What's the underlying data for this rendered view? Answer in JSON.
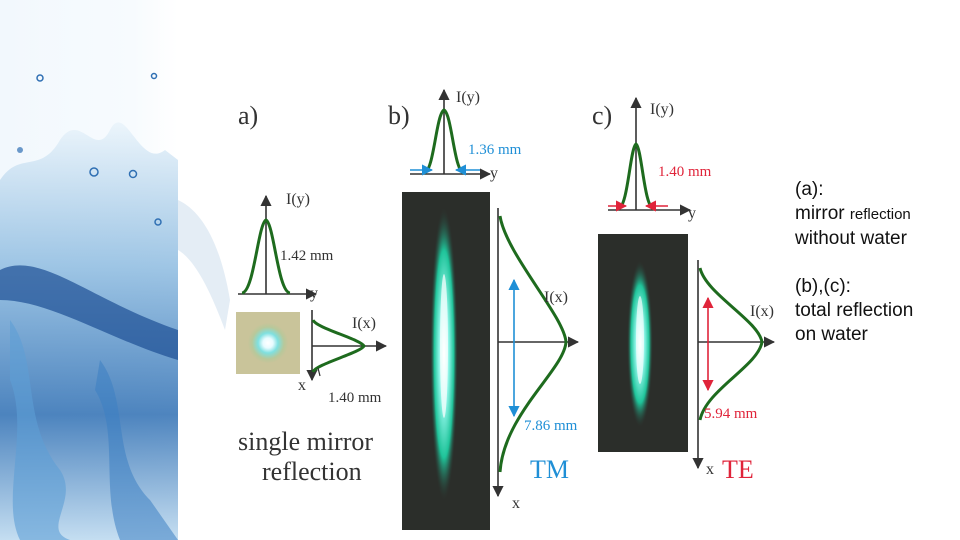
{
  "panels": {
    "a": {
      "label": "a)",
      "iy_label": "I(y)",
      "iy_width": "1.42 mm",
      "y_axis": "y",
      "ix_label": "I(x)",
      "x_axis": "x",
      "ix_width": "1.40 mm",
      "caption_line1": "single mirror",
      "caption_line2": "reflection"
    },
    "b": {
      "label": "b)",
      "iy_label": "I(y)",
      "iy_width": "1.36 mm",
      "y_axis": "y",
      "ix_label": "I(x)",
      "ix_width": "7.86 mm",
      "x_axis": "x",
      "mode": "TM"
    },
    "c": {
      "label": "c)",
      "iy_label": "I(y)",
      "iy_width": "1.40 mm",
      "y_axis": "y",
      "ix_label": "I(x)",
      "ix_width": "5.94 mm",
      "x_axis": "x",
      "mode": "TE"
    }
  },
  "caption": {
    "a_label": "(a):",
    "a_text_1": "mirror",
    "a_text_1_small": "reflection",
    "a_text_2": "without water",
    "bc_label": "(b),(c):",
    "bc_text_1": "total reflection",
    "bc_text_2": "on water"
  },
  "colors": {
    "curve": "#1e6b1e",
    "blue_marker": "#1f8fd6",
    "red_marker": "#e0243a",
    "axis": "#333333",
    "beam_bg": "#2b2e2a",
    "beam": "#2fe0b0"
  },
  "decor_icon": "water-splash-image"
}
